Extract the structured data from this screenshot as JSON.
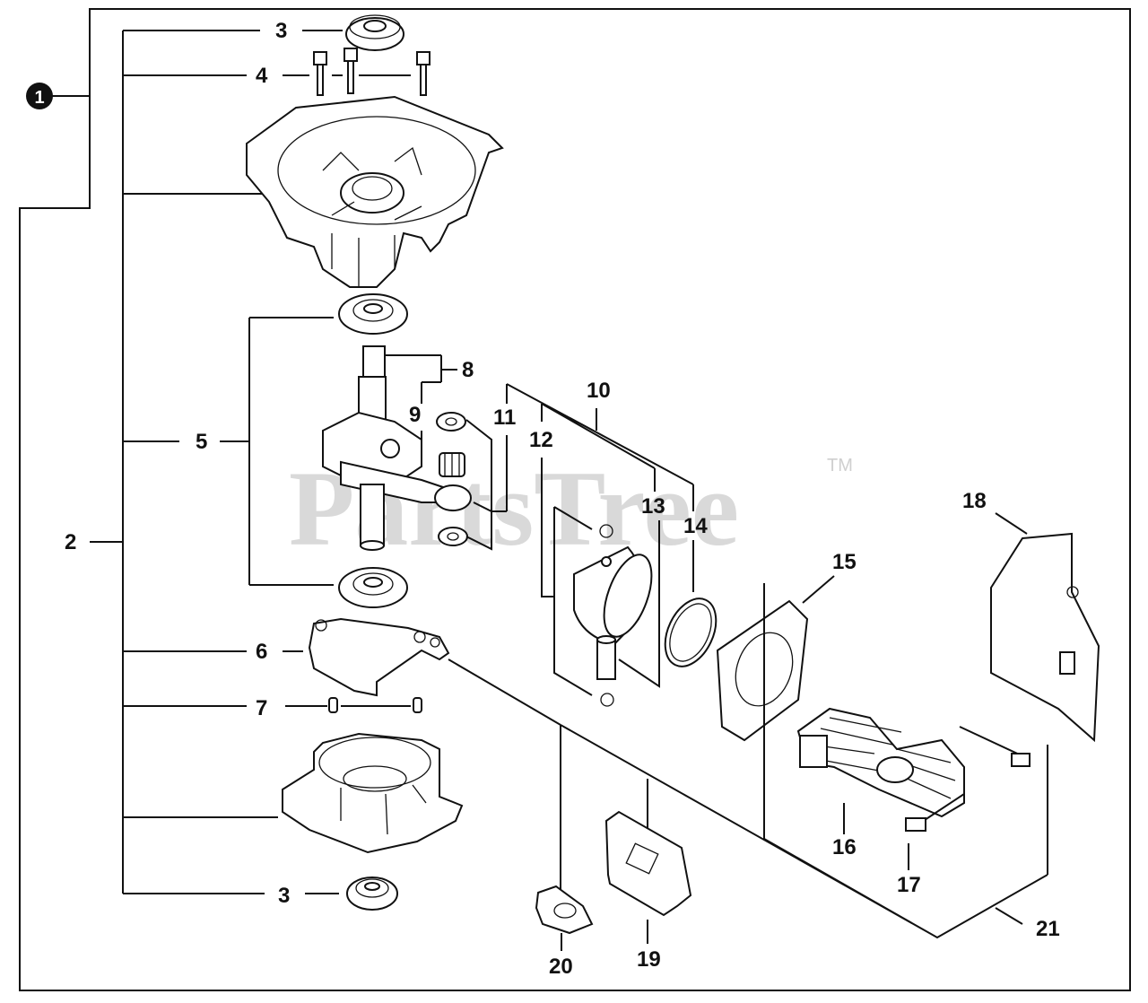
{
  "diagram": {
    "assembly_callout": "1",
    "watermark": "PartsTree",
    "watermark_mark": "TM",
    "callouts": {
      "c3_top": "3",
      "c4": "4",
      "c5": "5",
      "c2": "2",
      "c6": "6",
      "c7": "7",
      "c3_bottom": "3",
      "c8": "8",
      "c9": "9",
      "c10": "10",
      "c11": "11",
      "c12": "12",
      "c13": "13",
      "c14": "14",
      "c15": "15",
      "c16": "16",
      "c17": "17",
      "c18": "18",
      "c19": "19",
      "c20": "20",
      "c21": "21"
    }
  }
}
